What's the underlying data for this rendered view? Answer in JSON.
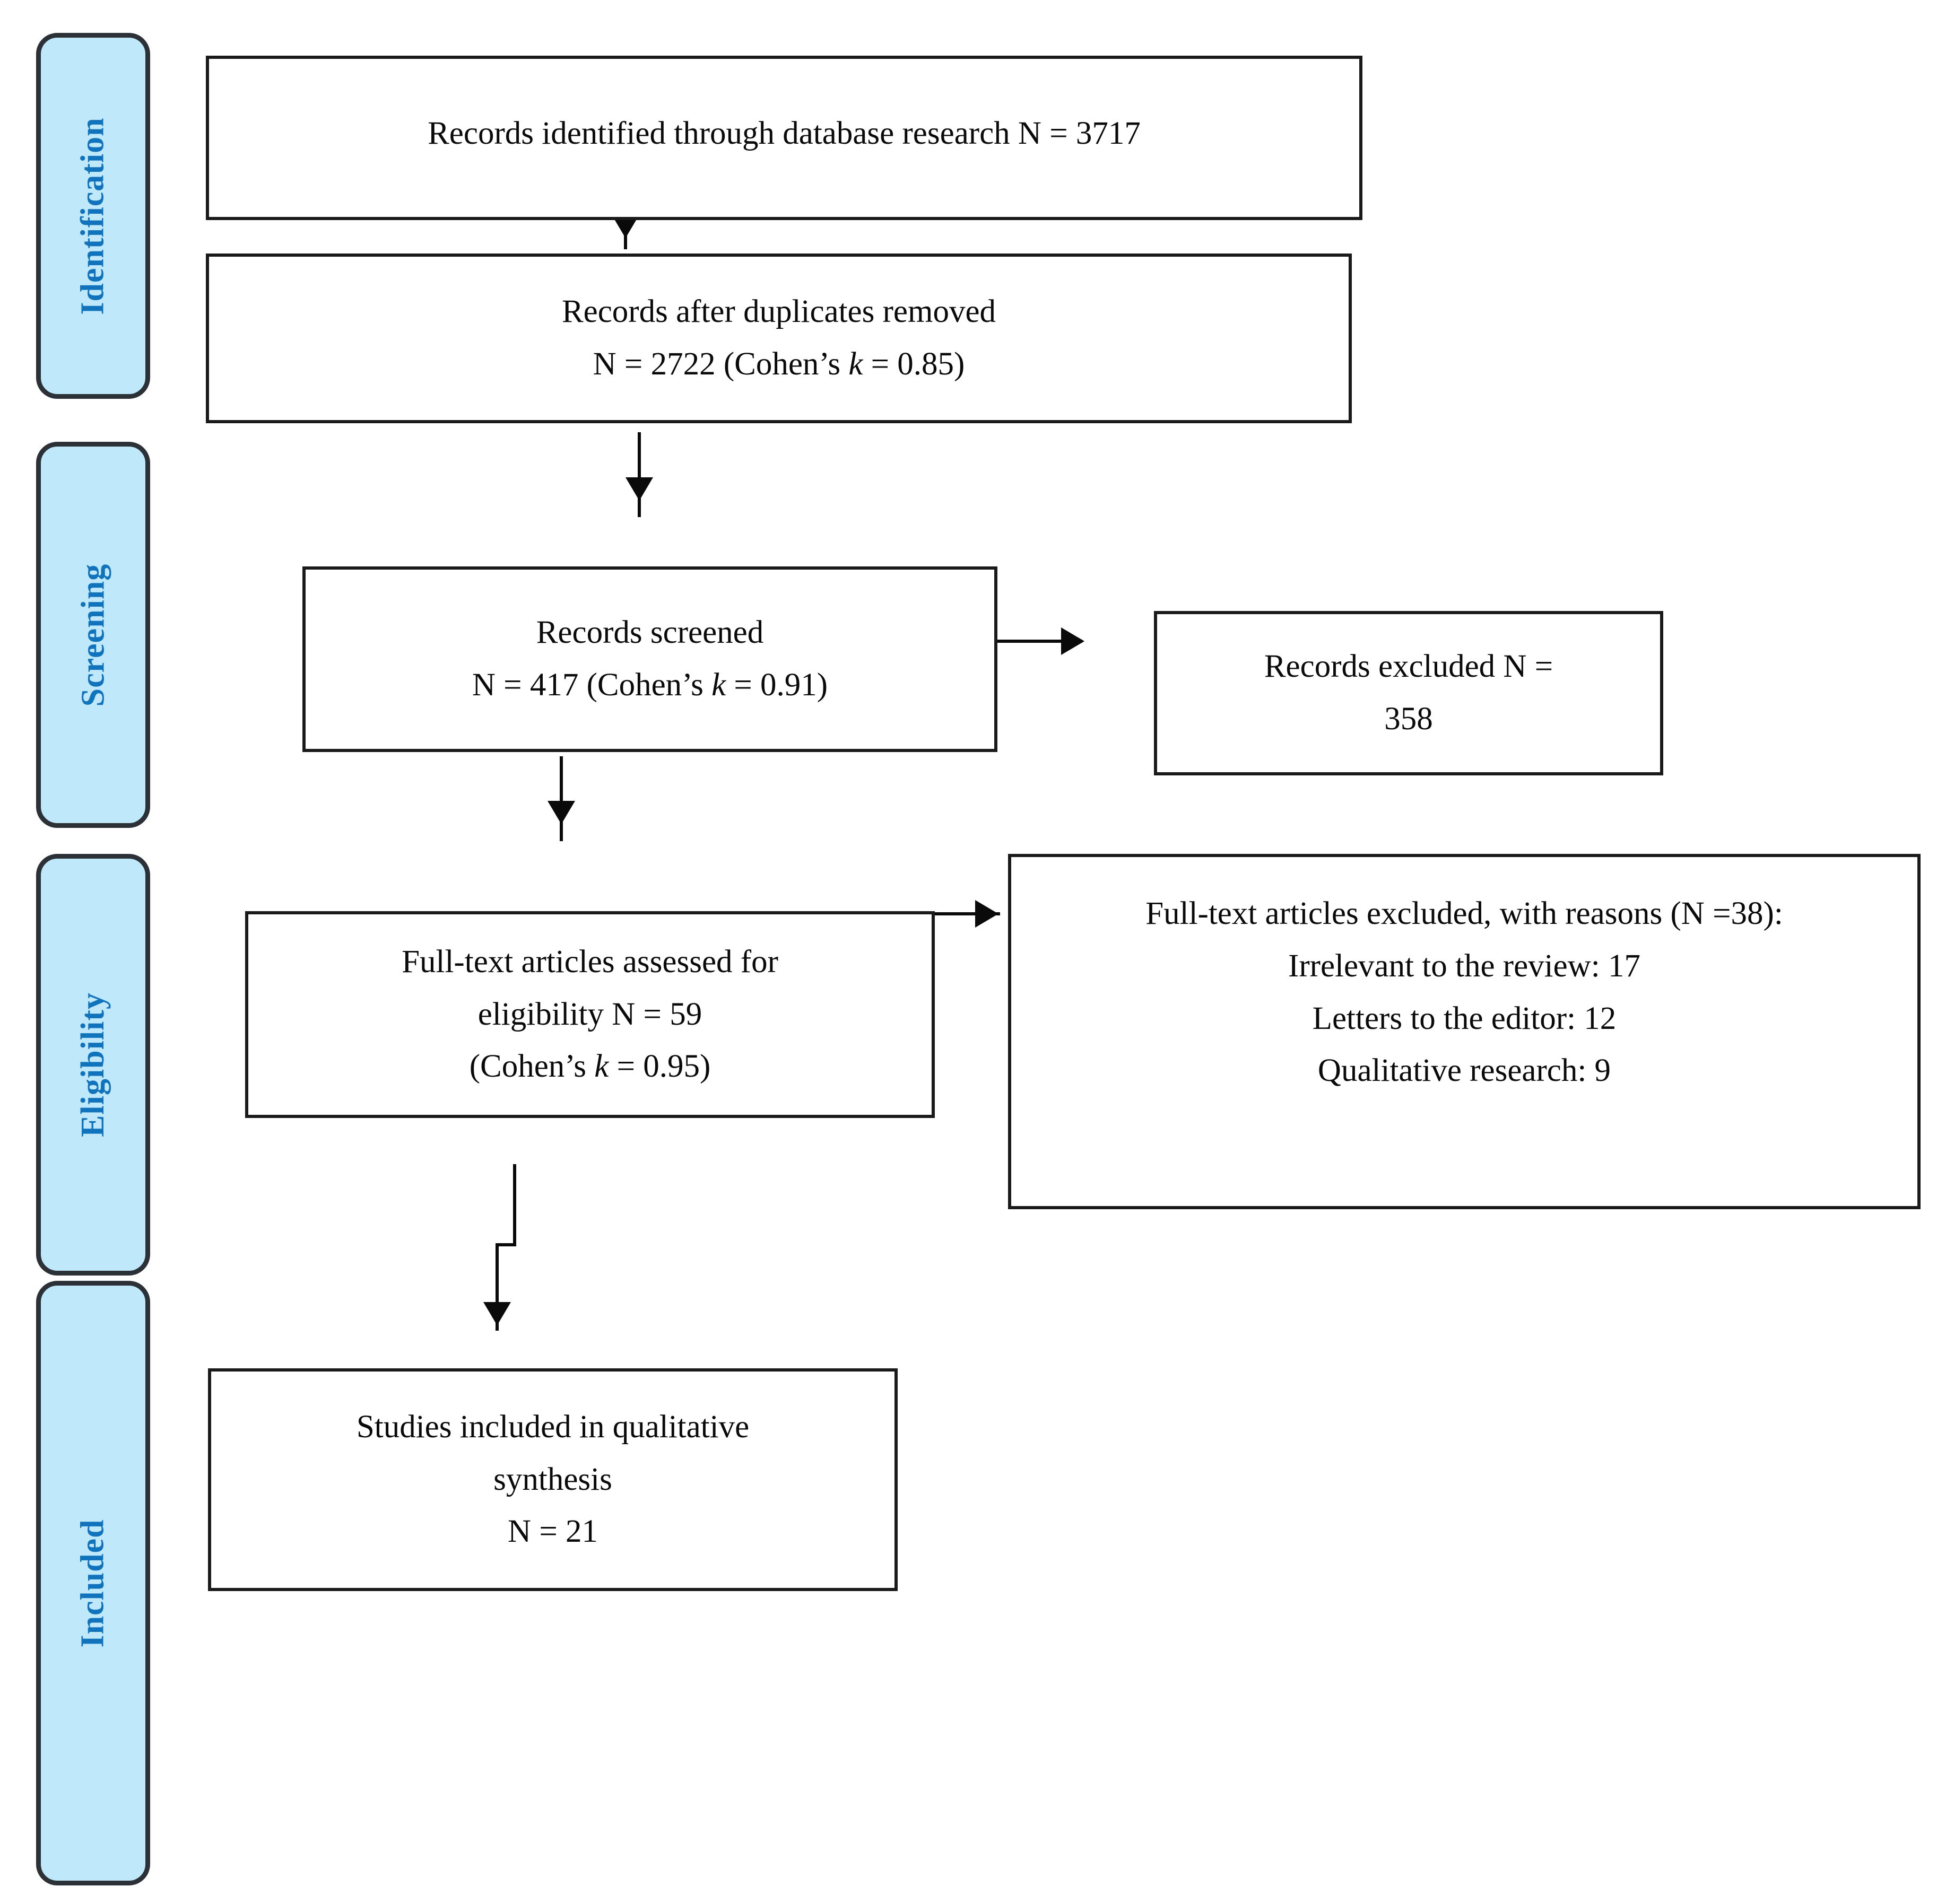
{
  "diagram": {
    "title": "PRISMA flow diagram",
    "accent_blue_fill": "#bfe9fb",
    "accent_blue_text": "#1273bd",
    "border_dark": "#2b3137",
    "line_color": "#0a0a0a"
  },
  "stages": [
    {
      "label": "Identification"
    },
    {
      "label": "Screening"
    },
    {
      "label": "Eligibility"
    },
    {
      "label": "Included"
    }
  ],
  "boxes": {
    "records_identified": {
      "name": "records-identified",
      "lines": [
        "Records identified through database research N = 3717"
      ]
    },
    "records_after_duplicates": {
      "name": "records-after-duplicates-removed",
      "line1": "Records after duplicates removed",
      "line2_pre": "N = 2722 (Cohen’s ",
      "line2_italic": "k",
      "line2_post": " = 0.85)"
    },
    "records_screened": {
      "name": "records-screened",
      "line1": "Records screened",
      "line2_pre": "N = 417 (Cohen’s ",
      "line2_italic": "k",
      "line2_post": " = 0.91)"
    },
    "records_excluded": {
      "name": "records-excluded",
      "line1": "Records excluded N =",
      "line2": "358"
    },
    "fulltext_assessed": {
      "name": "full-text-articles-assessed",
      "line1": "Full-text articles assessed for",
      "line2": "eligibility N = 59",
      "line3_pre": "(Cohen’s ",
      "line3_italic": "k",
      "line3_post": " = 0.95)"
    },
    "fulltext_excluded": {
      "name": "full-text-articles-excluded",
      "line1": "Full-text articles excluded, with reasons (N =38):",
      "line2": "Irrelevant to the review: 17",
      "line3": "Letters to the editor: 12",
      "line4": "Qualitative research: 9"
    },
    "studies_included": {
      "name": "studies-included-qualitative-synthesis",
      "line1": "Studies included in qualitative",
      "line2": "synthesis",
      "line3": "N = 21"
    }
  },
  "chart_data": {
    "type": "diagram",
    "title": "PRISMA flow diagram",
    "nodes": [
      {
        "id": "identified",
        "stage": "Identification",
        "label": "Records identified through database research",
        "n": 3717
      },
      {
        "id": "after_duplicates",
        "stage": "Identification",
        "label": "Records after duplicates removed",
        "n": 2722,
        "cohens_k": 0.85
      },
      {
        "id": "screened",
        "stage": "Screening",
        "label": "Records screened",
        "n": 417,
        "cohens_k": 0.91
      },
      {
        "id": "excluded",
        "stage": "Screening",
        "label": "Records excluded",
        "n": 358
      },
      {
        "id": "fulltext_assessed",
        "stage": "Eligibility",
        "label": "Full-text articles assessed for eligibility",
        "n": 59,
        "cohens_k": 0.95
      },
      {
        "id": "fulltext_excluded",
        "stage": "Eligibility",
        "label": "Full-text articles excluded, with reasons",
        "n": 38,
        "reasons": [
          {
            "label": "Irrelevant to the review",
            "n": 17
          },
          {
            "label": "Letters to the editor",
            "n": 12
          },
          {
            "label": "Qualitative research",
            "n": 9
          }
        ]
      },
      {
        "id": "included",
        "stage": "Included",
        "label": "Studies included in qualitative synthesis",
        "n": 21
      }
    ],
    "edges": [
      {
        "from": "identified",
        "to": "after_duplicates",
        "direction": "down"
      },
      {
        "from": "after_duplicates",
        "to": "screened",
        "direction": "down"
      },
      {
        "from": "screened",
        "to": "excluded",
        "direction": "right"
      },
      {
        "from": "screened",
        "to": "fulltext_assessed",
        "direction": "down"
      },
      {
        "from": "fulltext_assessed",
        "to": "fulltext_excluded",
        "direction": "right"
      },
      {
        "from": "fulltext_assessed",
        "to": "included",
        "direction": "down"
      }
    ]
  }
}
